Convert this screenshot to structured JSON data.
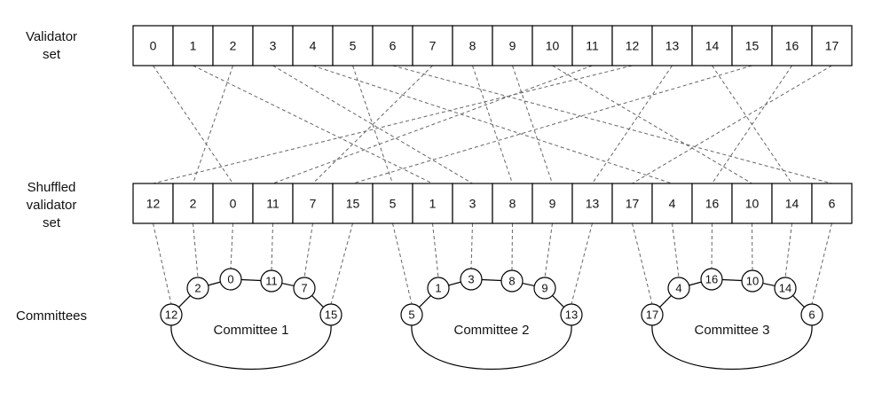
{
  "labels": {
    "validator_set": [
      "Validator",
      "set"
    ],
    "shuffled_set": [
      "Shuffled",
      "validator",
      "set"
    ],
    "committees": "Committees"
  },
  "validator_set": [
    0,
    1,
    2,
    3,
    4,
    5,
    6,
    7,
    8,
    9,
    10,
    11,
    12,
    13,
    14,
    15,
    16,
    17
  ],
  "shuffled_set": [
    12,
    2,
    0,
    11,
    7,
    15,
    5,
    1,
    3,
    8,
    9,
    13,
    17,
    4,
    16,
    10,
    14,
    6
  ],
  "committees": [
    {
      "title": "Committee 1",
      "members": [
        12,
        2,
        0,
        11,
        7,
        15
      ]
    },
    {
      "title": "Committee 2",
      "members": [
        5,
        1,
        3,
        8,
        9,
        13
      ]
    },
    {
      "title": "Committee 3",
      "members": [
        17,
        4,
        16,
        10,
        14,
        6
      ]
    }
  ],
  "colors": {
    "stroke": "#000000",
    "dash": "#666666",
    "text": "#111111"
  }
}
